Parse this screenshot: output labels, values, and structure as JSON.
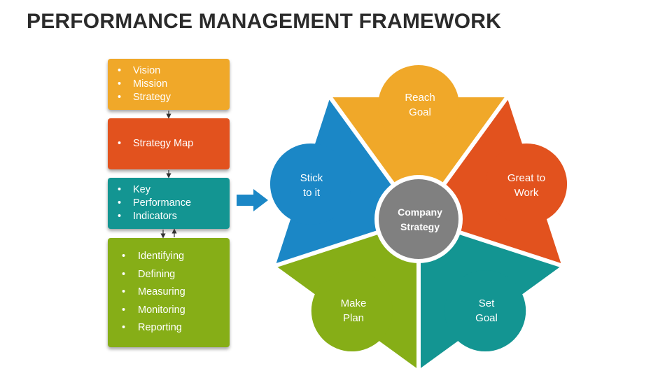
{
  "title": "PERFORMANCE MANAGEMENT FRAMEWORK",
  "steps": [
    {
      "items": [
        "Vision",
        "Mission",
        "Strategy"
      ],
      "color": "#f0a829"
    },
    {
      "items": [
        "Strategy Map"
      ],
      "color": "#e2521e"
    },
    {
      "items": [
        "Key",
        "Performance",
        "Indicators"
      ],
      "color": "#139592"
    },
    {
      "items": [
        "Identifying",
        "Defining",
        "Measuring",
        "Monitoring",
        "Reporting"
      ],
      "color": "#86ae17"
    }
  ],
  "cycle": {
    "center": {
      "line1": "Company",
      "line2": "Strategy",
      "color": "#808080"
    },
    "segments": [
      {
        "line1": "Reach",
        "line2": "Goal",
        "color": "#f0a829"
      },
      {
        "line1": "Great to",
        "line2": "Work",
        "color": "#e2521e"
      },
      {
        "line1": "Set",
        "line2": "Goal",
        "color": "#139592"
      },
      {
        "line1": "Make",
        "line2": "Plan",
        "color": "#86ae17"
      },
      {
        "line1": "Stick",
        "line2": "to it",
        "color": "#1b87c6"
      }
    ]
  },
  "arrow_color": "#1b87c6"
}
